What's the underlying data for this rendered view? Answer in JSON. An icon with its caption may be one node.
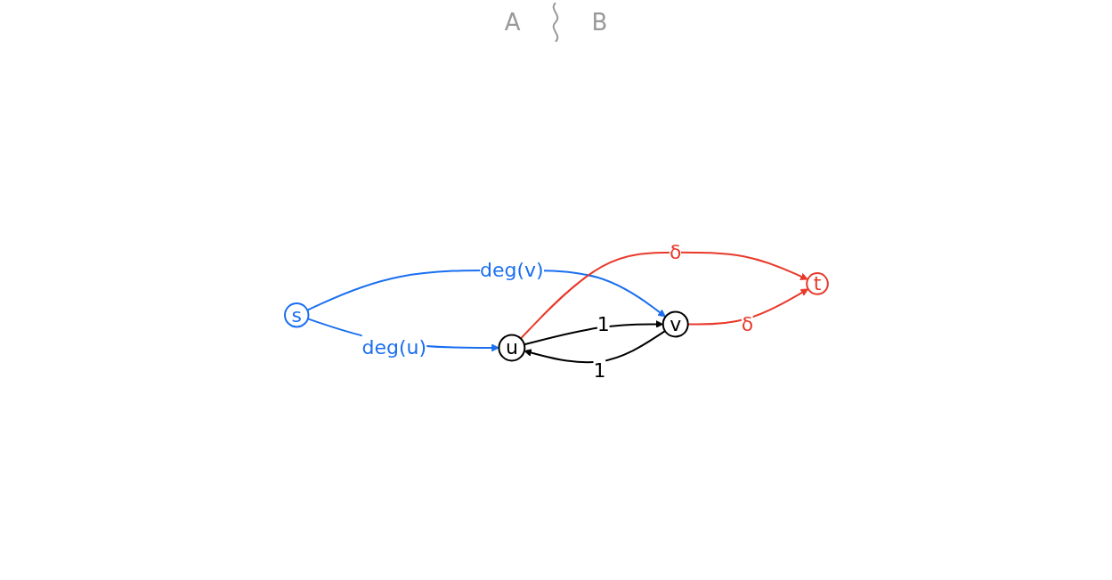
{
  "diagram": {
    "nodes": [
      {
        "text": [
          "s"
        ]
      },
      {
        "text": [
          "u"
        ]
      },
      {
        "text": [
          "v"
        ]
      },
      {
        "text": [
          "t"
        ]
      }
    ],
    "edges": [
      {
        "from": 0,
        "to": 1,
        "arrow": "to",
        "label": "deg(u)",
        "color": "#1a6ff0"
      },
      {
        "from": 0,
        "to": 2,
        "arrow": "to",
        "label": "deg(v)",
        "color": "#1a6ff0"
      },
      {
        "from": 1,
        "to": 2,
        "arrow": "to",
        "label": "1",
        "color": "#000000"
      },
      {
        "from": 2,
        "to": 1,
        "arrow": "to",
        "label": "1",
        "color": "#000000"
      },
      {
        "from": 1,
        "to": 3,
        "arrow": "to",
        "label": "δ",
        "color": "#e8392b"
      },
      {
        "from": 2,
        "to": 3,
        "arrow": "to",
        "label": "δ",
        "color": "#e8392b"
      }
    ],
    "labels": [
      "A",
      "B"
    ]
  }
}
